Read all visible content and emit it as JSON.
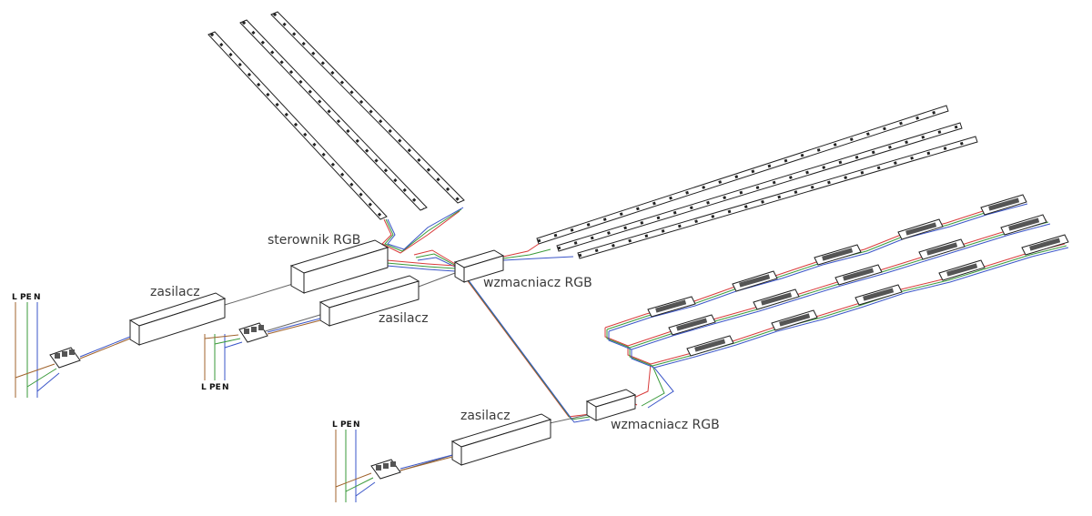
{
  "labels": {
    "controller": "sterownik RGB",
    "psu1": "zasilacz",
    "psu2": "zasilacz",
    "psu3": "zasilacz",
    "amp1": "wzmacniacz RGB",
    "amp2": "wzmacniacz RGB"
  },
  "mains": {
    "L": "L",
    "PE": "PE",
    "N": "N"
  },
  "colors": {
    "L": "#a0632c",
    "PE": "#3a9a3a",
    "N": "#3a55c8",
    "red": "#d93a3a",
    "green": "#3a9a3a",
    "blue": "#3a55c8",
    "outline": "#222222"
  }
}
